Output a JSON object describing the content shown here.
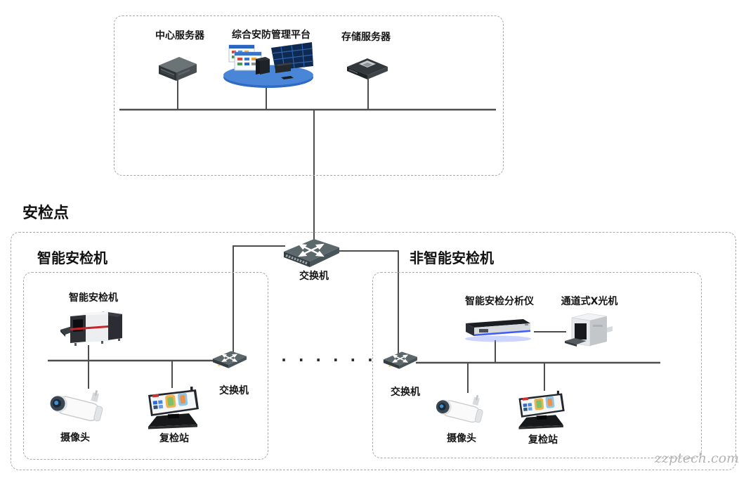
{
  "top_section": {
    "devices": [
      {
        "icon": "central-server-icon",
        "label": "中心服务器"
      },
      {
        "icon": "security-platform-icon",
        "label": "综合安防管理平台"
      },
      {
        "icon": "storage-server-icon",
        "label": "存储服务器"
      }
    ]
  },
  "checkpoint": {
    "heading": "安检点",
    "core_switch": {
      "icon": "network-switch-icon",
      "label": "交换机"
    },
    "ellipsis_dots": ". . . . . .",
    "smart_lane": {
      "heading": "智能安检机",
      "machine": {
        "icon": "xray-scanner-icon",
        "label": "智能安检机"
      },
      "switch": {
        "icon": "network-switch-icon",
        "label": "交换机"
      },
      "camera": {
        "icon": "bullet-camera-icon",
        "label": "摄像头"
      },
      "recheck": {
        "icon": "recheck-terminal-icon",
        "label": "复检站"
      }
    },
    "non_smart_lane": {
      "heading": "非智能安检机",
      "analyzer": {
        "icon": "analyzer-box-icon",
        "label": "智能安检分析仪"
      },
      "xray": {
        "icon": "tunnel-xray-icon",
        "label": "通道式X光机"
      },
      "switch": {
        "icon": "network-switch-icon",
        "label": "交换机"
      },
      "camera": {
        "icon": "bullet-camera-icon",
        "label": "摄像头"
      },
      "recheck": {
        "icon": "recheck-terminal-icon",
        "label": "复检站"
      }
    }
  },
  "watermark": "zzptech.com",
  "colors": {
    "wire": "#4d4d4d",
    "box_border": "#a9a9a9",
    "text": "#151515",
    "switch_top": "#5d686d",
    "switch_front": "#333c41",
    "platform_blue": "#4a86d8",
    "analyzer_glow": "#4d66f5",
    "machine_stripe_red": "#c3272b",
    "watermark_gray": "#b3b3b3"
  }
}
